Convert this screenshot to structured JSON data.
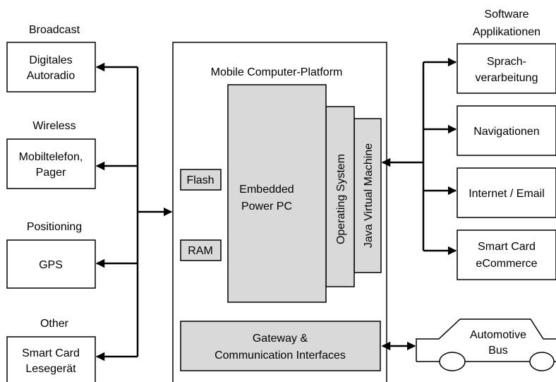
{
  "left_groups": [
    {
      "category": "Broadcast",
      "box_lines": [
        "Digitales",
        "Autoradio"
      ]
    },
    {
      "category": "Wireless",
      "box_lines": [
        "Mobiltelefon,",
        "Pager"
      ]
    },
    {
      "category": "Positioning",
      "box_lines": [
        "GPS"
      ]
    },
    {
      "category": "Other",
      "box_lines": [
        "Smart Card",
        "Lesegerät"
      ]
    }
  ],
  "platform": {
    "title": "Mobile Computer-Platform",
    "processor_lines": [
      "Embedded",
      "Power PC"
    ],
    "operating_system": "Operating System",
    "jvm": "Java Virtual Machine",
    "flash": "Flash",
    "ram": "RAM",
    "gateway_lines": [
      "Gateway &",
      "Communication Interfaces"
    ]
  },
  "right_header_lines": [
    "Software",
    "Applikationen"
  ],
  "right_apps": [
    {
      "lines": [
        "Sprach-",
        "verarbeitung"
      ]
    },
    {
      "lines": [
        "Navigationen"
      ]
    },
    {
      "lines": [
        "Internet / Email"
      ]
    },
    {
      "lines": [
        "Smart Card",
        "eCommerce"
      ]
    }
  ],
  "bus_lines": [
    "Automotive",
    "Bus"
  ]
}
